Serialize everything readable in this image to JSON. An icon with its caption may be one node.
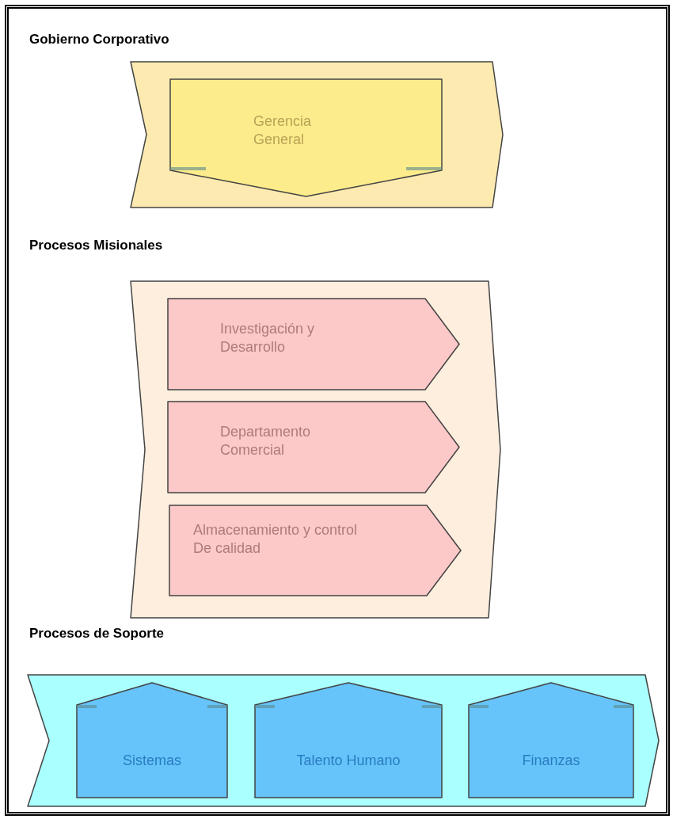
{
  "diagram": {
    "nodes": [
      {
        "text": [
          "Gobierno Corporativo"
        ]
      },
      {
        "text": [
          "Gerencia General"
        ],
        "in": 0
      },
      {
        "text": [
          "Procesos Misionales"
        ]
      },
      {
        "text": [
          "Investigación y Desarrollo"
        ],
        "in": 2
      },
      {
        "text": [
          "Departamento Comercial"
        ],
        "in": 2
      },
      {
        "text": [
          "Almacenamiento y control De calidad"
        ],
        "in": 2
      },
      {
        "text": [
          "Procesos de Soporte"
        ]
      },
      {
        "text": [
          "Sistemas"
        ],
        "in": 6
      },
      {
        "text": [
          "Talento Humano"
        ],
        "in": 6
      },
      {
        "text": [
          "Finanzas"
        ],
        "in": 6
      }
    ]
  }
}
